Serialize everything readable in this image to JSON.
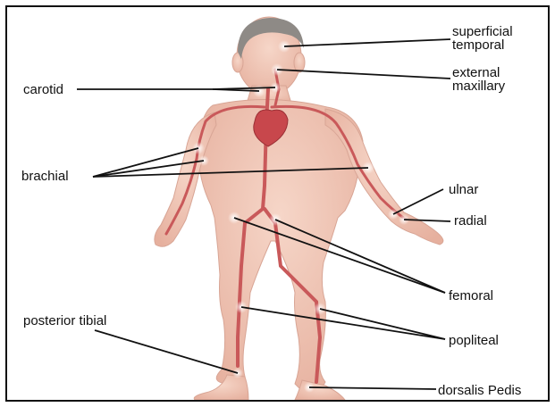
{
  "labels": {
    "superficial_temporal": "superficial\ntemporal",
    "external_maxillary": "external\nmaxillary",
    "carotid": "carotid",
    "brachial": "brachial",
    "ulnar": "ulnar",
    "radial": "radial",
    "femoral": "femoral",
    "posterior_tibial": "posterior tibial",
    "popliteal": "popliteal",
    "dorsalis_pedis": "dorsalis Pedis"
  },
  "colors": {
    "skin": "#efc4b2",
    "skin_shadow": "#d9a392",
    "hair": "#8e8a86",
    "artery": "#c9595a",
    "heart": "#c8474c",
    "leader": "#111111",
    "pulse_marker": "#ffffff"
  }
}
